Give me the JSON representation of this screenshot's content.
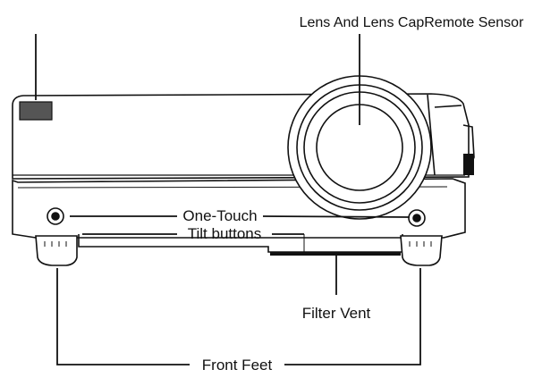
{
  "labels": {
    "lens_sensor": "Lens And Lens CapRemote Sensor",
    "one_touch": "One-Touch",
    "tilt_buttons": "Tilt buttons",
    "filter_vent": "Filter Vent",
    "front_feet": "Front Feet"
  },
  "colors": {
    "line": "#111111",
    "body_fill": "#ffffff",
    "sensor_fill": "#555555",
    "vent_fill": "#111111"
  },
  "icons": {
    "remote_sensor": "remote-sensor-window",
    "lens": "lens-circle",
    "tilt_button": "tilt-button-circle",
    "foot": "adjustable-foot"
  }
}
